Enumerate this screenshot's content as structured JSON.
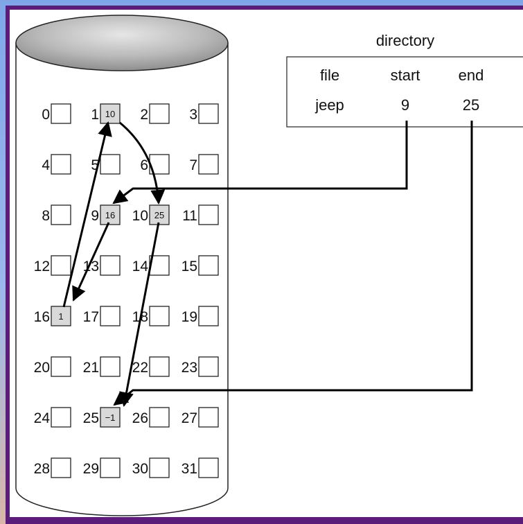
{
  "directory": {
    "title": "directory",
    "columns": [
      "file",
      "start",
      "end"
    ],
    "row": [
      "jeep",
      "9",
      "25"
    ]
  },
  "blocks": [
    "0",
    "1",
    "2",
    "3",
    "4",
    "5",
    "6",
    "7",
    "8",
    "9",
    "10",
    "11",
    "12",
    "13",
    "14",
    "15",
    "16",
    "17",
    "18",
    "19",
    "20",
    "21",
    "22",
    "23",
    "24",
    "25",
    "26",
    "27",
    "28",
    "29",
    "30",
    "31"
  ],
  "allocated": [
    {
      "block": 1,
      "next": "10"
    },
    {
      "block": 9,
      "next": "16"
    },
    {
      "block": 10,
      "next": "25"
    },
    {
      "block": 16,
      "next": "1"
    },
    {
      "block": 25,
      "next": "−1"
    }
  ],
  "colors": {
    "frame": "#5a1e7a",
    "allocated_fill": "#d9d9d9",
    "disk_top": "#b8b8b8"
  }
}
